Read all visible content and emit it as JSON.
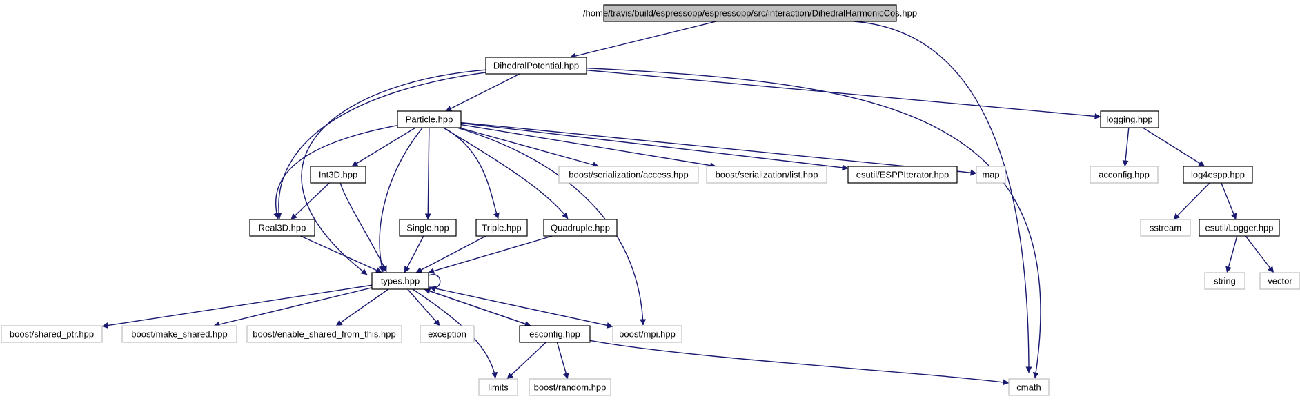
{
  "graph": {
    "title": "/home/travis/build/espressopp/espressopp/src/interaction/DihedralHarmonicCos.hpp",
    "colors": {
      "edge": "#191970",
      "root_fill": "#bfbfbf",
      "node_border": "#000000",
      "external_border": "#bfbfbf",
      "text": "#000000",
      "background": "#ffffff"
    },
    "nodes": [
      {
        "id": "root",
        "label": "/home/travis/build/espressopp/espressopp/src/interaction/DihedralHarmonicCos.hpp",
        "kind": "root"
      },
      {
        "id": "dihedral",
        "label": "DihedralPotential.hpp",
        "kind": "internal"
      },
      {
        "id": "particle",
        "label": "Particle.hpp",
        "kind": "internal"
      },
      {
        "id": "logging",
        "label": "logging.hpp",
        "kind": "internal"
      },
      {
        "id": "int3d",
        "label": "Int3D.hpp",
        "kind": "internal"
      },
      {
        "id": "ser_access",
        "label": "boost/serialization/access.hpp",
        "kind": "external"
      },
      {
        "id": "ser_list",
        "label": "boost/serialization/list.hpp",
        "kind": "external"
      },
      {
        "id": "esppiter",
        "label": "esutil/ESPPIterator.hpp",
        "kind": "internal"
      },
      {
        "id": "map",
        "label": "map",
        "kind": "external"
      },
      {
        "id": "acconfig",
        "label": "acconfig.hpp",
        "kind": "external"
      },
      {
        "id": "log4espp",
        "label": "log4espp.hpp",
        "kind": "internal"
      },
      {
        "id": "real3d",
        "label": "Real3D.hpp",
        "kind": "internal"
      },
      {
        "id": "single",
        "label": "Single.hpp",
        "kind": "internal"
      },
      {
        "id": "triple",
        "label": "Triple.hpp",
        "kind": "internal"
      },
      {
        "id": "quadruple",
        "label": "Quadruple.hpp",
        "kind": "internal"
      },
      {
        "id": "sstream",
        "label": "sstream",
        "kind": "external"
      },
      {
        "id": "logger",
        "label": "esutil/Logger.hpp",
        "kind": "internal"
      },
      {
        "id": "types",
        "label": "types.hpp",
        "kind": "internal"
      },
      {
        "id": "string",
        "label": "string",
        "kind": "external"
      },
      {
        "id": "vector",
        "label": "vector",
        "kind": "external"
      },
      {
        "id": "shared_ptr",
        "label": "boost/shared_ptr.hpp",
        "kind": "external"
      },
      {
        "id": "make_shared",
        "label": "boost/make_shared.hpp",
        "kind": "external"
      },
      {
        "id": "enable_shared",
        "label": "boost/enable_shared_from_this.hpp",
        "kind": "external"
      },
      {
        "id": "exception",
        "label": "exception",
        "kind": "external"
      },
      {
        "id": "esconfig",
        "label": "esconfig.hpp",
        "kind": "internal"
      },
      {
        "id": "mpi",
        "label": "boost/mpi.hpp",
        "kind": "external"
      },
      {
        "id": "limits",
        "label": "limits",
        "kind": "external"
      },
      {
        "id": "random",
        "label": "boost/random.hpp",
        "kind": "external"
      },
      {
        "id": "cmath",
        "label": "cmath",
        "kind": "external"
      }
    ],
    "edges": [
      {
        "from": "root",
        "to": "dihedral"
      },
      {
        "from": "root",
        "to": "cmath"
      },
      {
        "from": "dihedral",
        "to": "particle"
      },
      {
        "from": "dihedral",
        "to": "real3d"
      },
      {
        "from": "dihedral",
        "to": "types"
      },
      {
        "from": "dihedral",
        "to": "logging"
      },
      {
        "from": "dihedral",
        "to": "cmath"
      },
      {
        "from": "particle",
        "to": "real3d"
      },
      {
        "from": "particle",
        "to": "int3d"
      },
      {
        "from": "particle",
        "to": "types"
      },
      {
        "from": "particle",
        "to": "single"
      },
      {
        "from": "particle",
        "to": "triple"
      },
      {
        "from": "particle",
        "to": "quadruple"
      },
      {
        "from": "particle",
        "to": "mpi"
      },
      {
        "from": "particle",
        "to": "ser_access"
      },
      {
        "from": "particle",
        "to": "ser_list"
      },
      {
        "from": "particle",
        "to": "esppiter"
      },
      {
        "from": "particle",
        "to": "map"
      },
      {
        "from": "int3d",
        "to": "real3d"
      },
      {
        "from": "int3d",
        "to": "types"
      },
      {
        "from": "real3d",
        "to": "types"
      },
      {
        "from": "single",
        "to": "types"
      },
      {
        "from": "triple",
        "to": "types"
      },
      {
        "from": "quadruple",
        "to": "types"
      },
      {
        "from": "types",
        "to": "types"
      },
      {
        "from": "types",
        "to": "shared_ptr"
      },
      {
        "from": "types",
        "to": "make_shared"
      },
      {
        "from": "types",
        "to": "enable_shared"
      },
      {
        "from": "types",
        "to": "exception"
      },
      {
        "from": "types",
        "to": "esconfig"
      },
      {
        "from": "types",
        "to": "mpi"
      },
      {
        "from": "types",
        "to": "limits"
      },
      {
        "from": "esconfig",
        "to": "types"
      },
      {
        "from": "esconfig",
        "to": "limits"
      },
      {
        "from": "esconfig",
        "to": "random"
      },
      {
        "from": "esconfig",
        "to": "cmath"
      },
      {
        "from": "logging",
        "to": "acconfig"
      },
      {
        "from": "logging",
        "to": "log4espp"
      },
      {
        "from": "log4espp",
        "to": "sstream"
      },
      {
        "from": "log4espp",
        "to": "logger"
      },
      {
        "from": "logger",
        "to": "string"
      },
      {
        "from": "logger",
        "to": "vector"
      }
    ]
  }
}
